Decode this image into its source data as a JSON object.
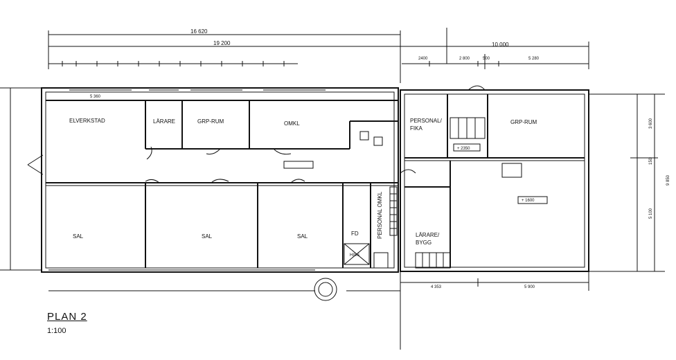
{
  "plan": {
    "title": "PLAN 2",
    "scale": "1:100"
  },
  "rooms": {
    "elverkstad": "ELVERKSTAD",
    "larare1": "LÄRARE",
    "grp_rum_1": "GRP-RUM",
    "omkl": "OMKL",
    "personal_fika_line1": "PERSONAL/",
    "personal_fika_line2": "FIKA",
    "grp_rum_2": "GRP-RUM",
    "sal1": "SAL",
    "sal2": "SAL",
    "sal3": "SAL",
    "fd": "FD",
    "personal_omkl": "PERSONAL OMKL",
    "hiss": "HISS",
    "larare_bygg_line1": "LÄRARE/",
    "larare_bygg_line2": "BYGG"
  },
  "levels": {
    "level1": "+ 2350",
    "level2": "+ 1600"
  },
  "dimensions": {
    "top_16620": "16 620",
    "top_19200": "19 200",
    "top_10000": "10 000",
    "top_5360": "5 360",
    "top_5280": "5 280",
    "top_2400": "2400",
    "top_2800": "2 800",
    "top_500": "500",
    "bottom_4353": "4 353",
    "bottom_5900": "5 900",
    "right_3600": "3 600",
    "right_150": "150",
    "right_9850": "9 850",
    "right_5100": "5 100"
  }
}
